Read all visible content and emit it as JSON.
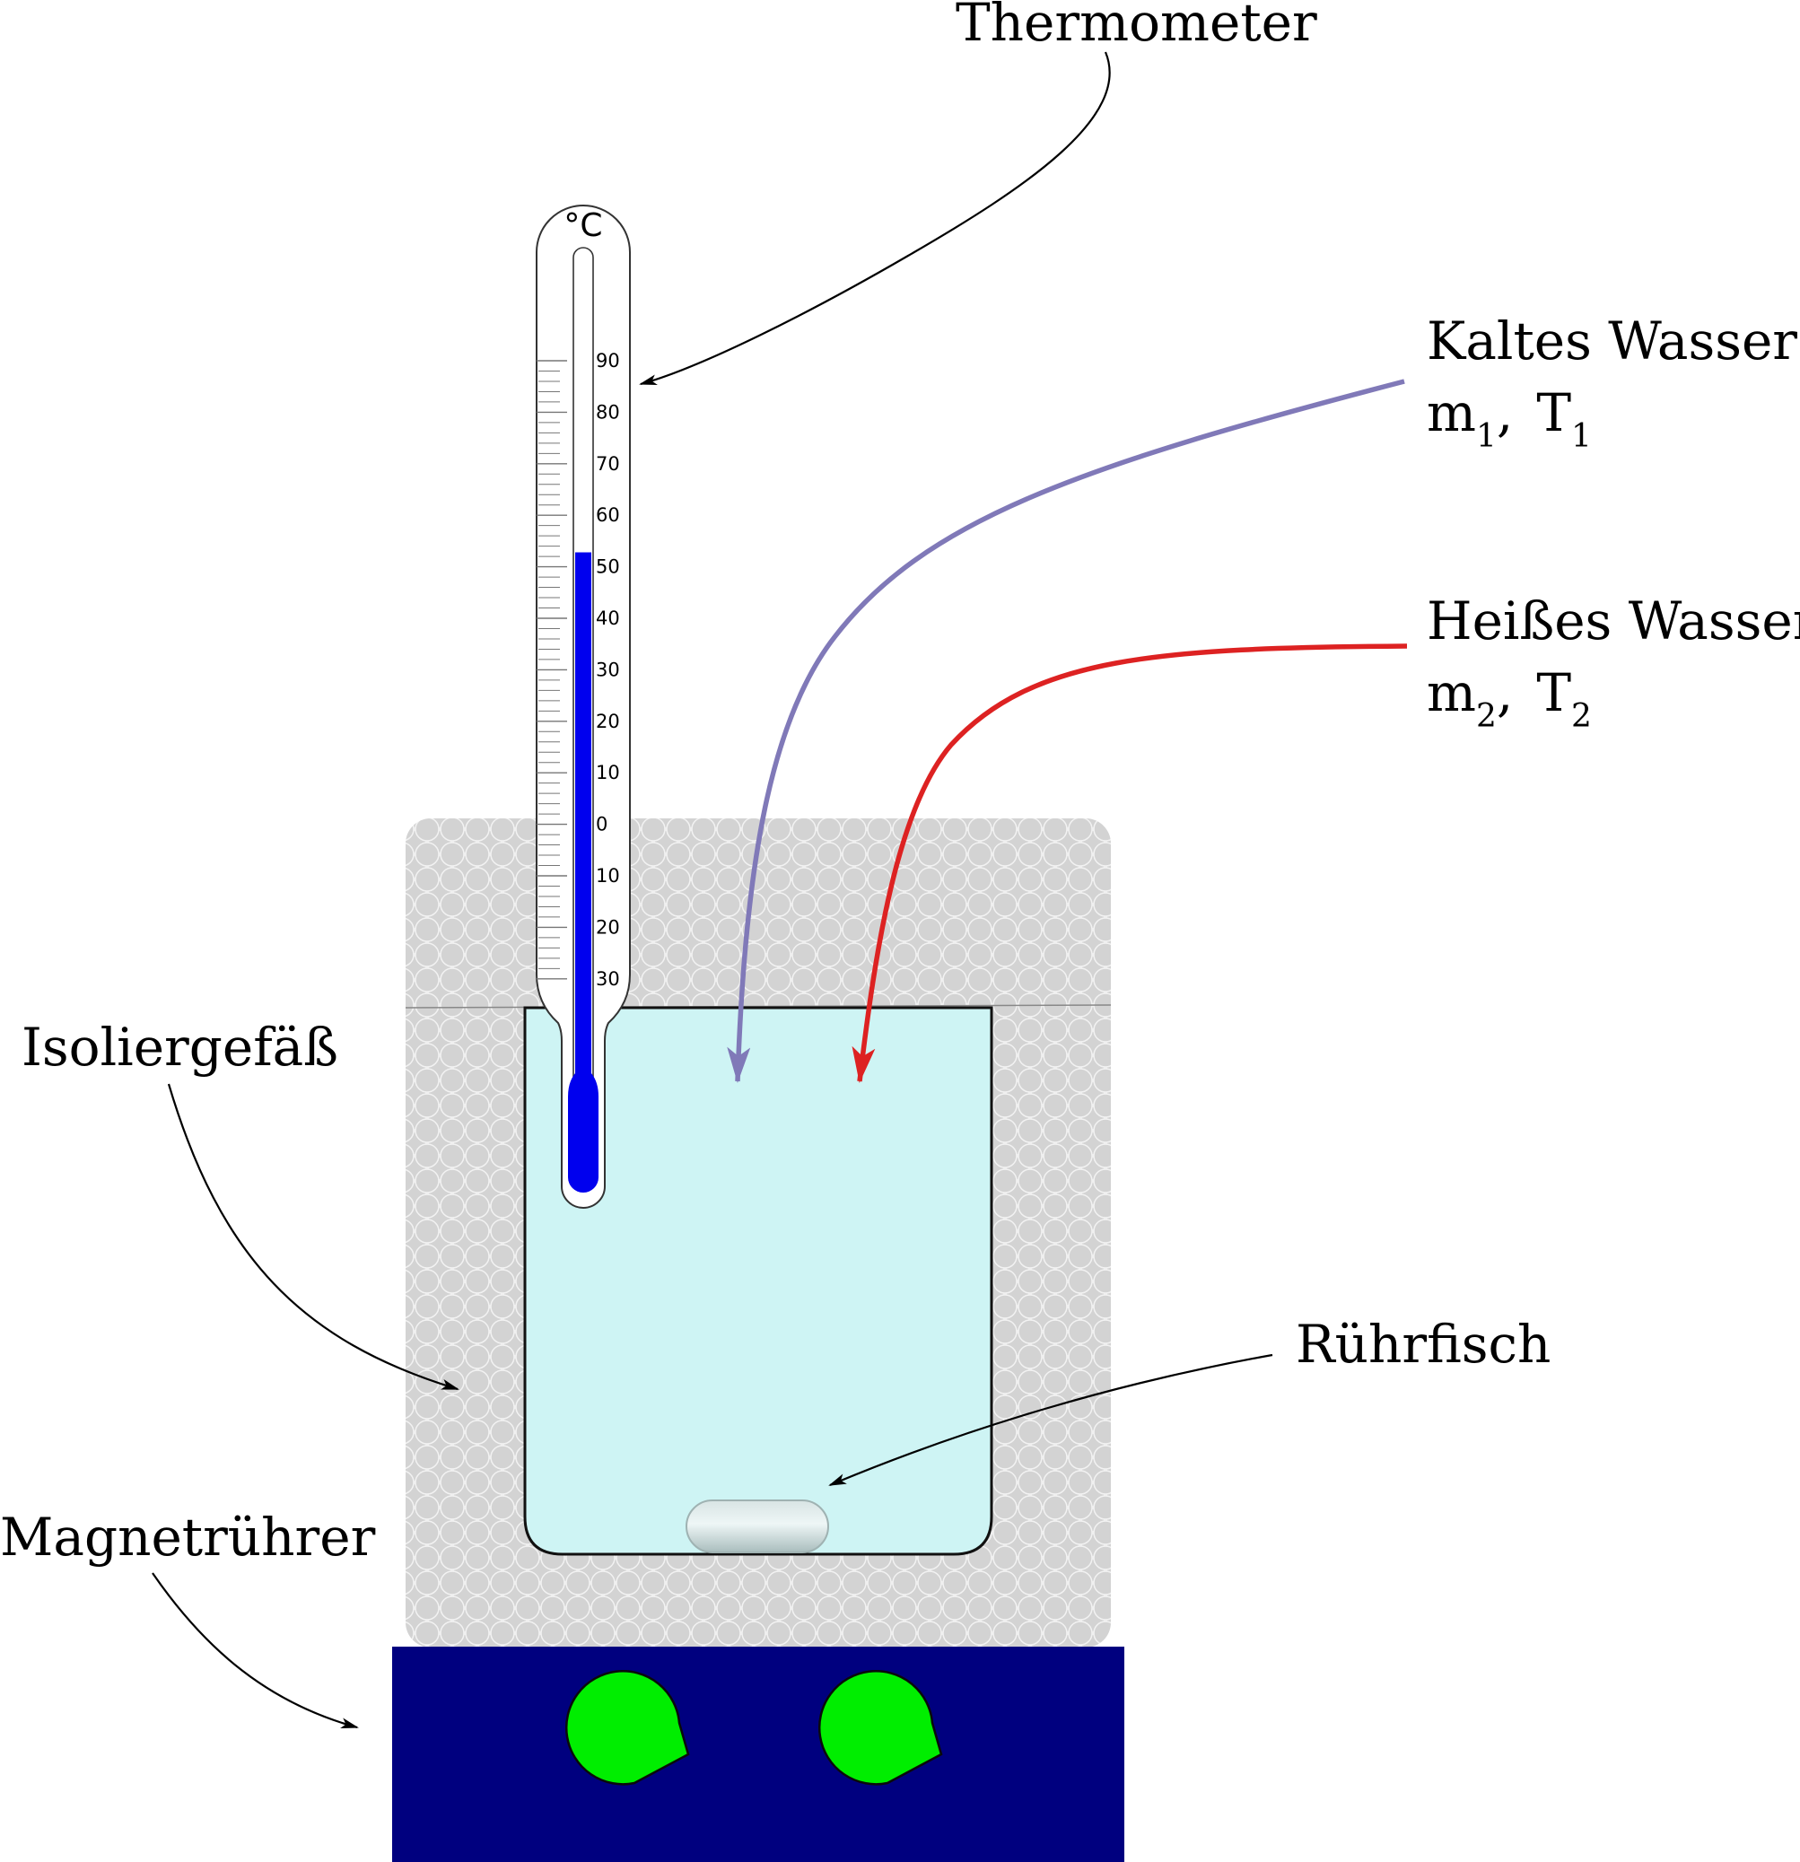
{
  "labels": {
    "thermometer": "Thermometer",
    "cold_water": "Kaltes Wasser",
    "hot_water": "Heißes Wasser",
    "insulated_vessel": "Isoliergefäß",
    "stir_bar": "Rührfisch",
    "magnetic_stirrer": "Magnetrührer"
  },
  "cold_formula": {
    "m": "m",
    "m_sub": "1",
    "sep": ",",
    "t": "T",
    "t_sub": "1"
  },
  "hot_formula": {
    "m": "m",
    "m_sub": "2",
    "sep": ",",
    "t": "T",
    "t_sub": "2"
  },
  "thermometer": {
    "unit": "°C",
    "scale": [
      "90",
      "80",
      "70",
      "60",
      "50",
      "40",
      "30",
      "20",
      "10",
      "0",
      "10",
      "20",
      "30"
    ],
    "reading_level": 0.31
  },
  "colors": {
    "insulation": "#d9d9d9",
    "water": "#cef4f4",
    "mercury": "#0000ee",
    "stirrer_base": "#00007f",
    "stirrer_knob": "#00ee00",
    "cold_arrow": "#8079b8",
    "hot_arrow": "#dd2222"
  }
}
